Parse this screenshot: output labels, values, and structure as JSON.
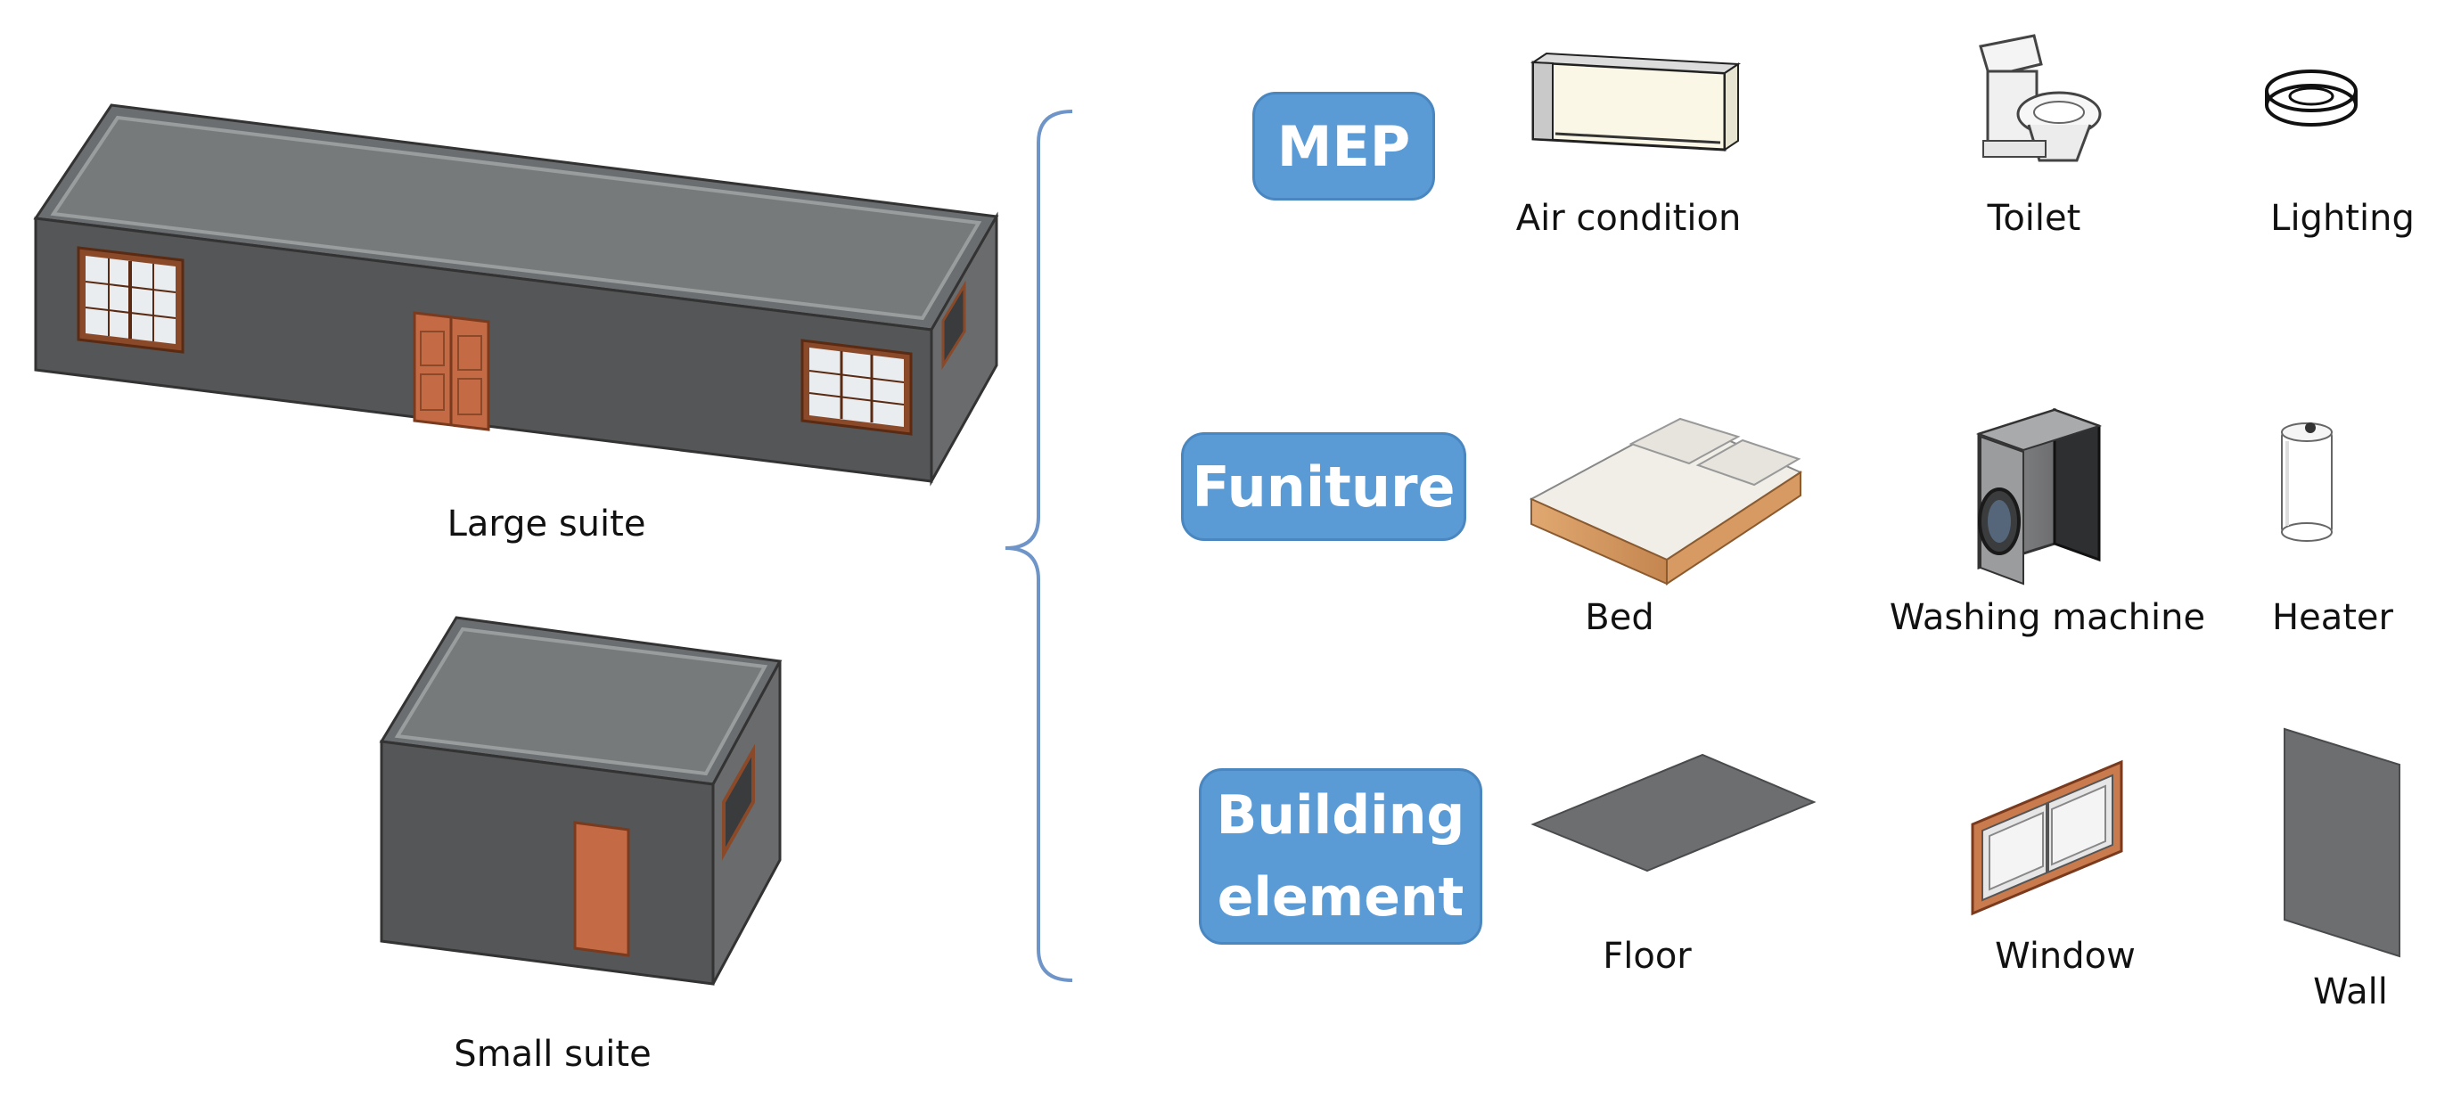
{
  "suites": {
    "large_label": "Large suite",
    "small_label": "Small suite"
  },
  "categories": {
    "mep": {
      "label": "MEP",
      "items": [
        "Air condition",
        "Toilet",
        "Lighting"
      ]
    },
    "furniture": {
      "label": "Funiture",
      "items": [
        "Bed",
        "Washing machine",
        "Heater"
      ]
    },
    "building": {
      "label_line1": "Building",
      "label_line2": "element",
      "items": [
        "Floor",
        "Window",
        "Wall"
      ]
    }
  },
  "colors": {
    "category_fill": "#5b9bd5",
    "category_border": "#4a86bf",
    "brace": "#6f95c8",
    "wall": "#555657",
    "roof": "#6b6e6f",
    "door": "#c46a45"
  }
}
